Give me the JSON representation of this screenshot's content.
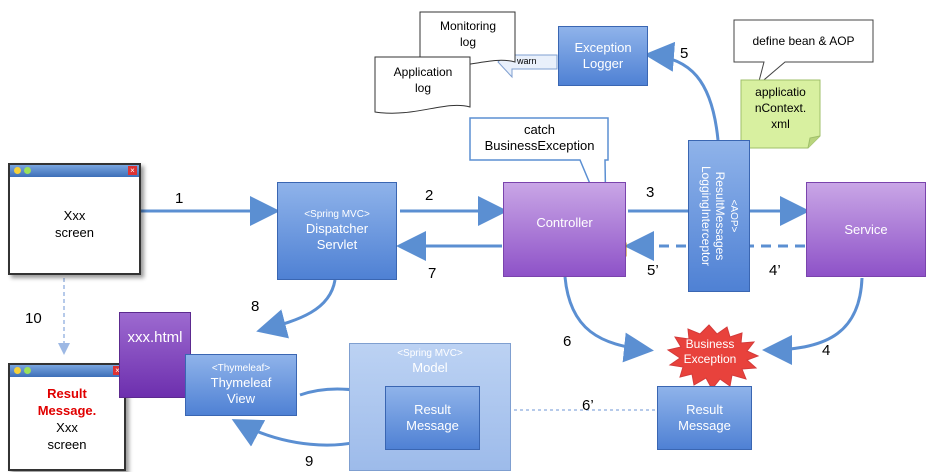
{
  "windows": {
    "top": {
      "line1": "Xxx",
      "line2": "screen"
    },
    "bottom": {
      "line1": "Result",
      "line2": "Message.",
      "line3": "Xxx",
      "line4": "screen"
    }
  },
  "dispatcher": {
    "tag": "<Spring MVC>",
    "line1": "Dispatcher",
    "line2": "Servlet"
  },
  "controller": {
    "label": "Controller"
  },
  "service": {
    "label": "Service"
  },
  "exception_logger": {
    "line1": "Exception",
    "line2": "Logger"
  },
  "interceptor": {
    "tag": "<AOP>",
    "line1": "ResultMessages",
    "line2": "LoggingInterceptor"
  },
  "thymeleaf_view": {
    "tag": "<Thymeleaf>",
    "line1": "Thymeleaf",
    "line2": "View"
  },
  "model": {
    "tag": "<Spring MVC>",
    "label": "Model"
  },
  "result_message_model": {
    "line1": "Result",
    "line2": "Message"
  },
  "result_message_right": {
    "line1": "Result",
    "line2": "Message"
  },
  "business_exception": {
    "line1": "Business",
    "line2": "Exception"
  },
  "xxx_html": {
    "label": "xxx.html"
  },
  "monitoring_log": {
    "line1": "Monitoring",
    "line2": "log"
  },
  "application_log": {
    "line1": "Application",
    "line2": "log"
  },
  "warn_label": "warn",
  "catch_callout": {
    "line1": "catch",
    "line2": "BusinessException"
  },
  "aop_callout": {
    "text": "define bean & AOP"
  },
  "app_context": {
    "line1": "applicatio",
    "line2": "nContext.",
    "line3": "xml"
  },
  "numbers": {
    "n1": "1",
    "n2": "2",
    "n3": "3",
    "n4": "4",
    "n4p": "4’",
    "n5": "5",
    "n5p": "5’",
    "n6": "6",
    "n6p": "6’",
    "n7": "7",
    "n8": "8",
    "n9": "9",
    "n10": "10"
  },
  "colors": {
    "blue": "#4f81d4",
    "purple": "#8e52c8",
    "arrow": "#5b8fd2",
    "burst": "#e8423c",
    "note_green": "#d8f0a0",
    "alert_red": "#e00000"
  }
}
